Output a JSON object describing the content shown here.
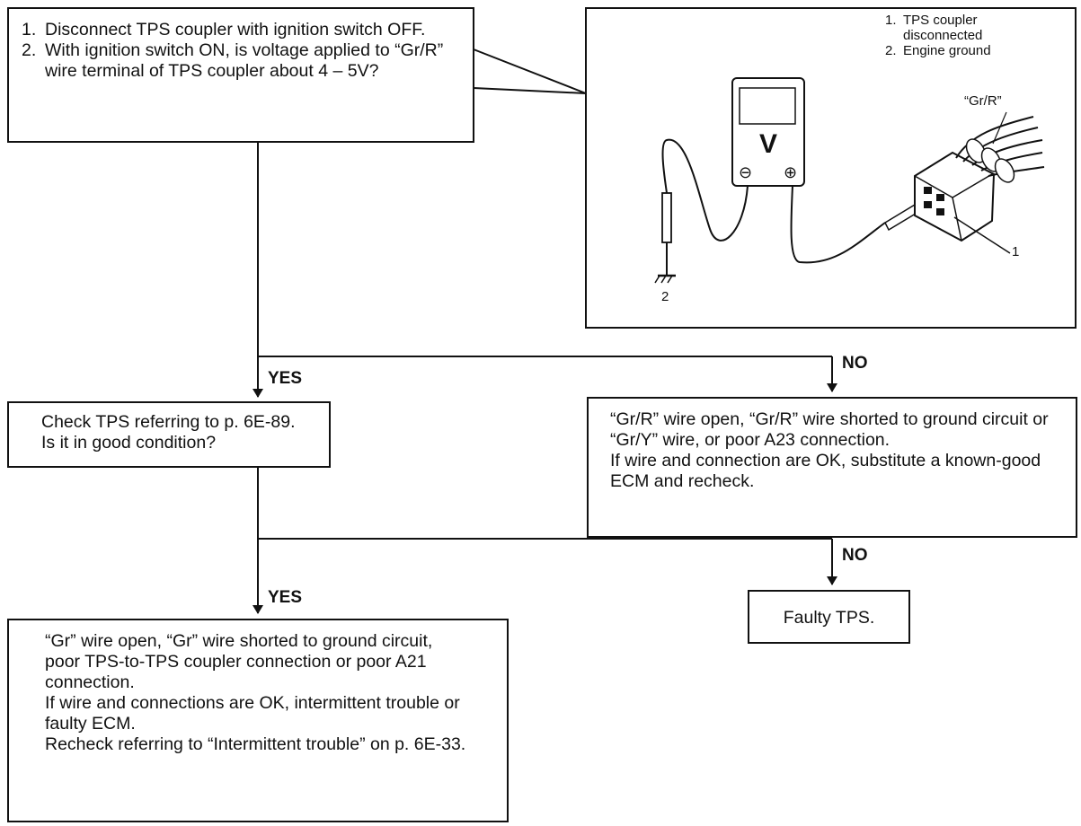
{
  "step1": {
    "items": [
      {
        "num": "1.",
        "text": "Disconnect TPS coupler with ignition switch OFF."
      },
      {
        "num": "2.",
        "text": "With ignition switch ON, is voltage applied to “Gr/R” wire terminal of TPS coupler about 4 – 5V?"
      }
    ]
  },
  "illustration": {
    "legend": [
      {
        "num": "1.",
        "line1": "TPS coupler",
        "line2": "disconnected"
      },
      {
        "num": "2.",
        "line1": "Engine ground",
        "line2": ""
      }
    ],
    "wire_label": "“Gr/R”",
    "meter_letter": "V",
    "minus_symbol": "⊖",
    "plus_symbol": "⊕",
    "callout_1": "1",
    "callout_2": "2"
  },
  "branch1": {
    "yes_label": "YES",
    "no_label": "NO"
  },
  "step2": {
    "lines": [
      "Check TPS referring to p. 6E-89.",
      "Is it in good condition?"
    ]
  },
  "result_no1": {
    "lines": [
      "“Gr/R” wire open, “Gr/R” wire shorted to ground circuit or “Gr/Y” wire, or poor A23 connection.",
      "If wire and connection are OK, substitute a known-good ECM and recheck."
    ]
  },
  "branch2": {
    "yes_label": "YES",
    "no_label": "NO"
  },
  "result_yes2": {
    "lines": [
      "“Gr” wire open, “Gr” wire shorted to ground circuit, poor TPS-to-TPS coupler connection or poor A21 connection.",
      "If wire and connections are OK, intermittent trouble or faulty ECM.",
      "Recheck referring to “Intermittent trouble” on p. 6E-33."
    ]
  },
  "result_no2": {
    "text": "Faulty TPS."
  }
}
